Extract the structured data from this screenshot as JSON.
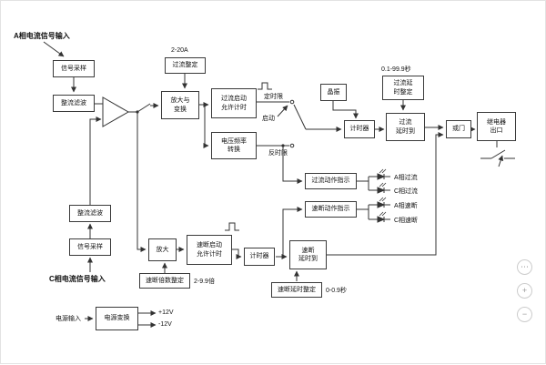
{
  "diagram": {
    "inputs": {
      "a": "A相电流信号输入",
      "c": "C相电流信号输入",
      "power": "电源输入"
    },
    "boxes": {
      "signal_sample_a": "信号采样",
      "rectifier_filter_a": "整流滤波",
      "overcurrent_setting": "过流整定",
      "amplify_transform": "放大与\n变换",
      "oc_start_timing": "过流启动\n允许计时",
      "vf_conversion": "电压频率\n转换",
      "crystal_osc": "晶振",
      "oc_delay_setting": "过流延\n时整定",
      "timer_oc": "计时器",
      "oc_delay_reached": "过流\n延时到",
      "or_gate": "或门",
      "relay_outlet": "继电器\n出口",
      "oc_action_indicator": "过流动作指示",
      "qb_action_indicator": "速断动作指示",
      "rectifier_filter_c": "整流滤波",
      "signal_sample_c": "信号采样",
      "amplify": "放大",
      "qb_start_timing": "速断启动\n允许计时",
      "timer_qb": "计时器",
      "qb_delay_reached": "速断\n延时到",
      "qb_multiple_setting": "速断倍数整定",
      "qb_delay_setting": "速断延时整定",
      "power_conversion": "电源变换"
    },
    "annotations": {
      "oc_range": "2-20A",
      "oc_delay_range": "0.1-99.9秒",
      "qb_multiple_range": "2-9.9倍",
      "qb_delay_range": "0-0.9秒",
      "definite_time": "定时限",
      "inverse_time": "反时限",
      "start": "启动",
      "v_pos": "+12V",
      "v_neg": "-12V"
    },
    "indicators": [
      {
        "label": "A相过流"
      },
      {
        "label": "C相过流"
      },
      {
        "label": "A相速断"
      },
      {
        "label": "C相速断"
      }
    ]
  },
  "widgets": {
    "buttons": [
      {
        "icon": "⋯"
      },
      {
        "icon": "+"
      },
      {
        "icon": "−"
      }
    ]
  }
}
